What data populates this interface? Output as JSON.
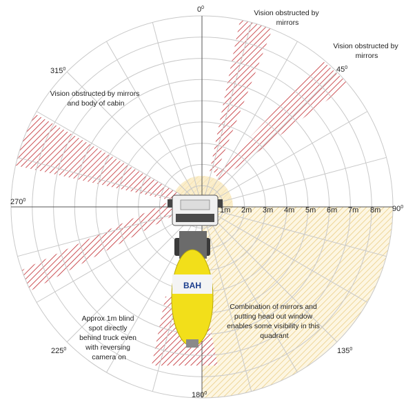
{
  "angles": {
    "a0": "0",
    "a45": "45",
    "a90": "90",
    "a135": "135",
    "a180": "180",
    "a225": "225",
    "a270": "270",
    "a315": "315",
    "degree_mark": "0"
  },
  "distances": [
    "1m",
    "2m",
    "3m",
    "4m",
    "5m",
    "6m",
    "7m",
    "8m"
  ],
  "annotations": {
    "mirrors_top_line1": "Vision obstructed by",
    "mirrors_top_line2": "mirrors",
    "mirrors_right_line1": "Vision obstructed by",
    "mirrors_right_line2": "mirrors",
    "cabin_line1": "Vision obstructed by mirrors",
    "cabin_line2": "and body of cabin",
    "quadrant_line1": "Combination of mirrors and",
    "quadrant_line2": "putting head out window",
    "quadrant_line3": "enables some visibility in this",
    "quadrant_line4": "quadrant",
    "blind_line1": "Approx 1m blind",
    "blind_line2": "spot directly",
    "blind_line3": "behind truck even",
    "blind_line4": "with reversing",
    "blind_line5": "camera on"
  },
  "truck": {
    "drum_text": "BAH"
  },
  "colors": {
    "obstructed": "#c0282d",
    "partial": "#e8c878",
    "grid": "#c8c8c8",
    "drum": "#f2df1a"
  }
}
